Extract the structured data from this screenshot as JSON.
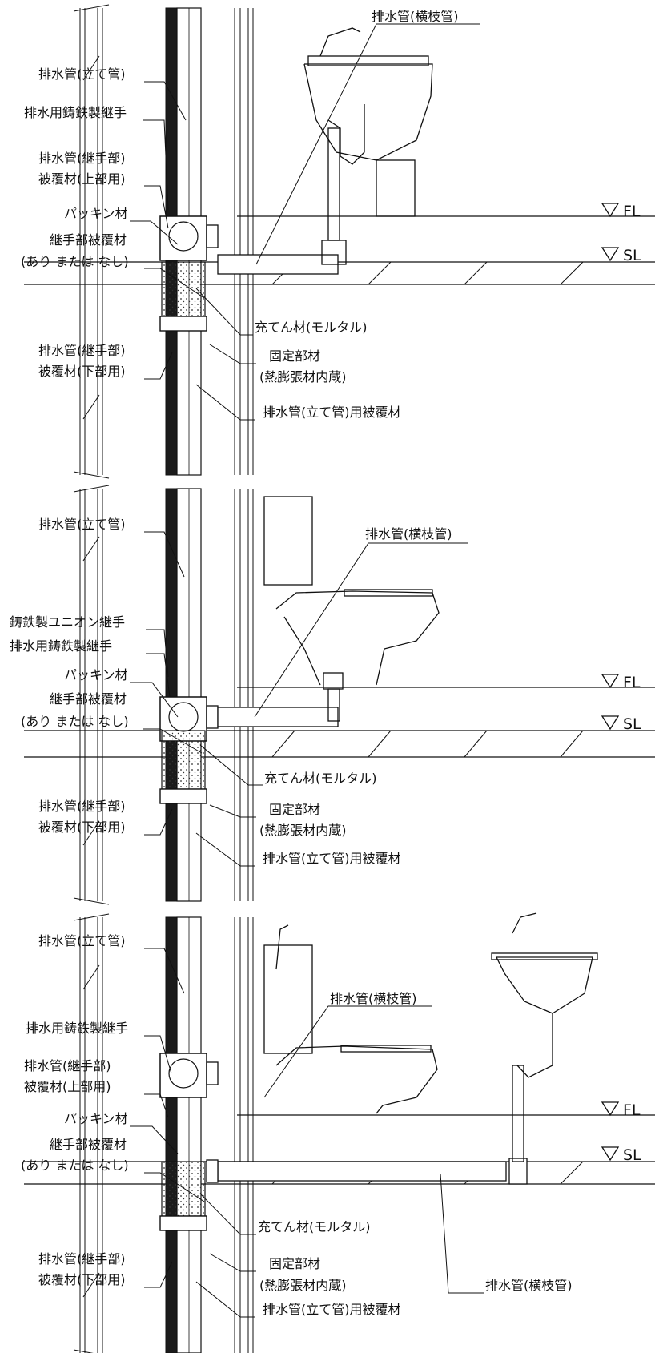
{
  "level_labels": {
    "floor": "FL",
    "slab": "SL"
  },
  "panels": [
    {
      "id": "wash-basin",
      "labels": [
        "排水管(横枝管)",
        "排水管(立て管)",
        "排水用鋳鉄製継手",
        "排水管(継手部)",
        "被覆材(上部用)",
        "パッキン材",
        "継手部被覆材",
        "(あり または なし)",
        "充てん材(モルタル)",
        "排水管(継手部)",
        "被覆材(下部用)",
        "固定部材",
        "(熱膨張材内蔵)",
        "排水管(立て管)用被覆材"
      ]
    },
    {
      "id": "toilet",
      "labels": [
        "排水管(立て管)",
        "排水管(横枝管)",
        "鋳鉄製ユニオン継手",
        "排水用鋳鉄製継手",
        "パッキン材",
        "継手部被覆材",
        "(あり または なし)",
        "充てん材(モルタル)",
        "固定部材",
        "排水管(継手部)",
        "被覆材(下部用)",
        "(熱膨張材内蔵)",
        "排水管(立て管)用被覆材"
      ]
    },
    {
      "id": "toilet-and-basin",
      "labels": [
        "排水管(立て管)",
        "排水管(横枝管)",
        "排水用鋳鉄製継手",
        "排水管(継手部)",
        "被覆材(上部用)",
        "パッキン材",
        "継手部被覆材",
        "(あり または なし)",
        "充てん材(モルタル)",
        "固定部材",
        "排水管(継手部)",
        "(熱膨張材内蔵)",
        "被覆材(下部用)",
        "排水管(横枝管)",
        "排水管(立て管)用被覆材"
      ]
    }
  ]
}
